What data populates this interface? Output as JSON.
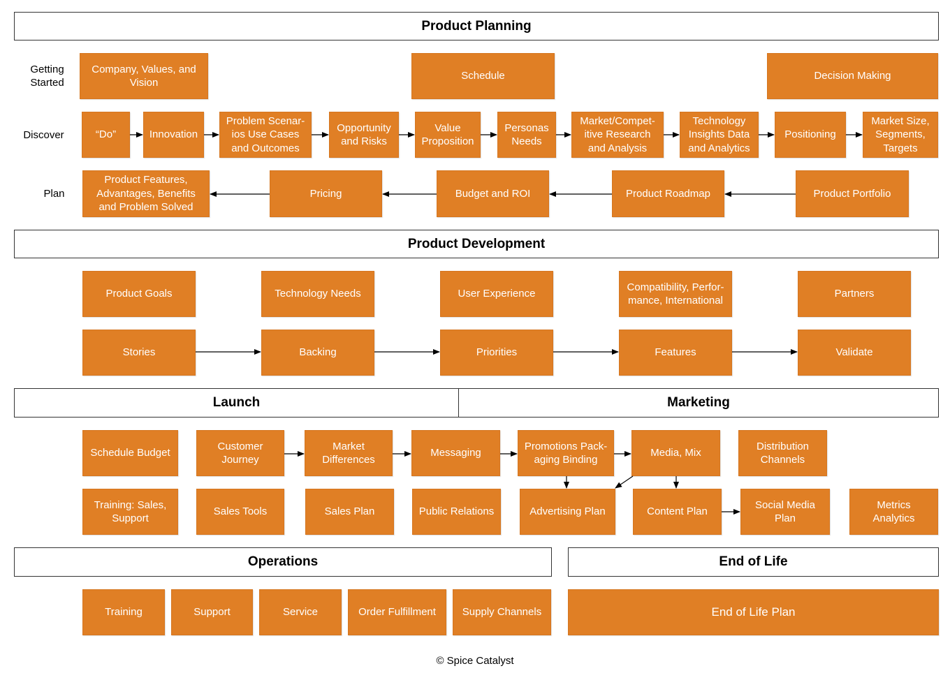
{
  "sections": {
    "product_planning": "Product Planning",
    "product_development": "Product Development",
    "launch": "Launch",
    "marketing": "Marketing",
    "operations": "Operations",
    "end_of_life": "End of Life"
  },
  "row_labels": {
    "getting_started": "Getting\nStarted",
    "discover": "Discover",
    "plan": "Plan"
  },
  "getting_started": [
    "Company, Values, and\nVision",
    "Schedule",
    "Decision Making"
  ],
  "discover": [
    "“Do”",
    "Innovation",
    "Problem Scenar-\nios Use Cases\nand Outcomes",
    "Opportunity\nand Risks",
    "Value\nProposition",
    "Personas\nNeeds",
    "Market/Compet-\nitive Research\nand Analysis",
    "Technology\nInsights Data\nand Analytics",
    "Positioning",
    "Market Size,\nSegments,\nTargets"
  ],
  "plan": [
    "Product Features,\nAdvantages, Benefits\nand Problem Solved",
    "Pricing",
    "Budget and ROI",
    "Product Roadmap",
    "Product Portfolio"
  ],
  "development_top": [
    "Product Goals",
    "Technology Needs",
    "User Experience",
    "Compatibility, Perfor-\nmance, International",
    "Partners"
  ],
  "development_flow": [
    "Stories",
    "Backing",
    "Priorities",
    "Features",
    "Validate"
  ],
  "launch_row1": [
    "Schedule Budget",
    "Customer\nJourney",
    "Market\nDifferences",
    "Messaging",
    "Promotions Pack-\naging Binding",
    "Media, Mix",
    "Distribution\nChannels"
  ],
  "launch_row2": [
    "Training: Sales,\nSupport",
    "Sales Tools",
    "Sales Plan",
    "Public Relations",
    "Advertising Plan",
    "Content Plan",
    "Social Media\nPlan",
    "Metrics\nAnalytics"
  ],
  "operations": [
    "Training",
    "Support",
    "Service",
    "Order Fulfillment",
    "Supply Channels"
  ],
  "end_of_life": [
    "End of Life Plan"
  ],
  "footer": "© Spice Catalyst",
  "colors": {
    "box_fill": "#e07f25",
    "box_text": "#ffffff",
    "header_border": "#333333",
    "arrow": "#000000"
  }
}
